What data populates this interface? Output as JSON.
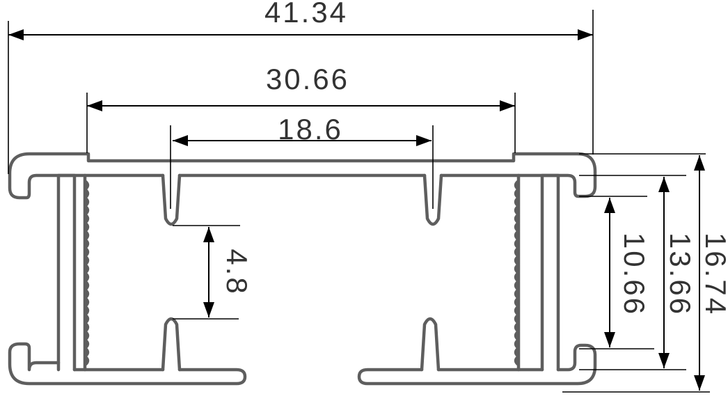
{
  "colors": {
    "profile": "#5e5e5e",
    "dimension": "#000000",
    "text": "#333333"
  },
  "dimensions": {
    "overall_width": "41.34",
    "inner_width": "30.66",
    "slot_spacing": "18.6",
    "slot_gap": "4.8",
    "inner_height": "10.66",
    "middle_height": "13.66",
    "overall_height": "16.74"
  }
}
